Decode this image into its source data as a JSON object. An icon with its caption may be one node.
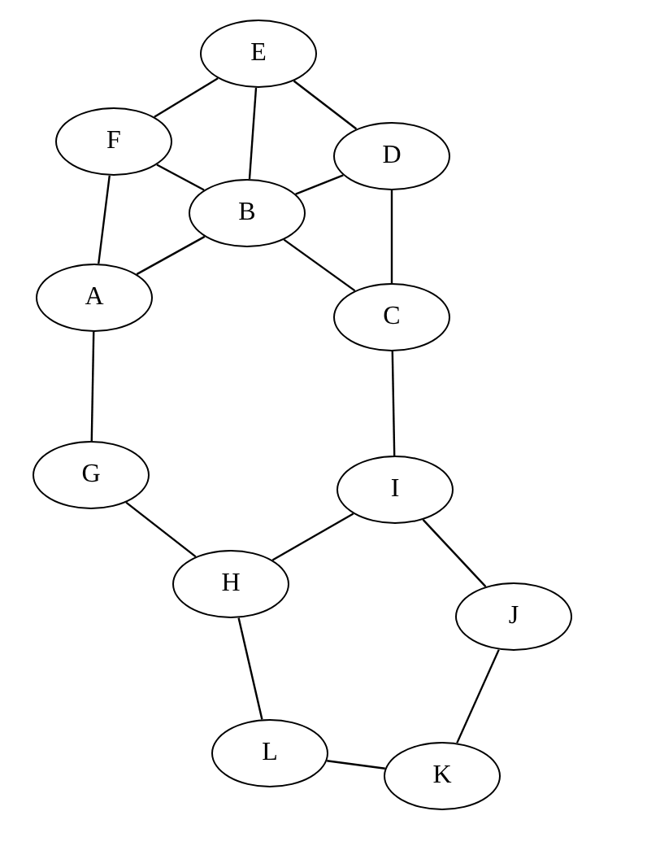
{
  "diagram": {
    "nodes": [
      {
        "text": [
          "E"
        ]
      },
      {
        "text": [
          "F"
        ]
      },
      {
        "text": [
          "D"
        ]
      },
      {
        "text": [
          "B"
        ]
      },
      {
        "text": [
          "A"
        ]
      },
      {
        "text": [
          "C"
        ]
      },
      {
        "text": [
          "G"
        ]
      },
      {
        "text": [
          "I"
        ]
      },
      {
        "text": [
          "H"
        ]
      },
      {
        "text": [
          "J"
        ]
      },
      {
        "text": [
          "L"
        ]
      },
      {
        "text": [
          "K"
        ]
      }
    ],
    "edges": [
      {
        "from": 0,
        "to": 1,
        "arrow": "none"
      },
      {
        "from": 0,
        "to": 3,
        "arrow": "none"
      },
      {
        "from": 0,
        "to": 2,
        "arrow": "none"
      },
      {
        "from": 1,
        "to": 3,
        "arrow": "none"
      },
      {
        "from": 1,
        "to": 4,
        "arrow": "none"
      },
      {
        "from": 2,
        "to": 3,
        "arrow": "none"
      },
      {
        "from": 2,
        "to": 5,
        "arrow": "none"
      },
      {
        "from": 3,
        "to": 4,
        "arrow": "none"
      },
      {
        "from": 3,
        "to": 5,
        "arrow": "none"
      },
      {
        "from": 4,
        "to": 6,
        "arrow": "none"
      },
      {
        "from": 5,
        "to": 7,
        "arrow": "none"
      },
      {
        "from": 6,
        "to": 8,
        "arrow": "none"
      },
      {
        "from": 7,
        "to": 8,
        "arrow": "none"
      },
      {
        "from": 7,
        "to": 9,
        "arrow": "none"
      },
      {
        "from": 8,
        "to": 10,
        "arrow": "none"
      },
      {
        "from": 10,
        "to": 11,
        "arrow": "none"
      },
      {
        "from": 9,
        "to": 11,
        "arrow": "none"
      }
    ]
  }
}
